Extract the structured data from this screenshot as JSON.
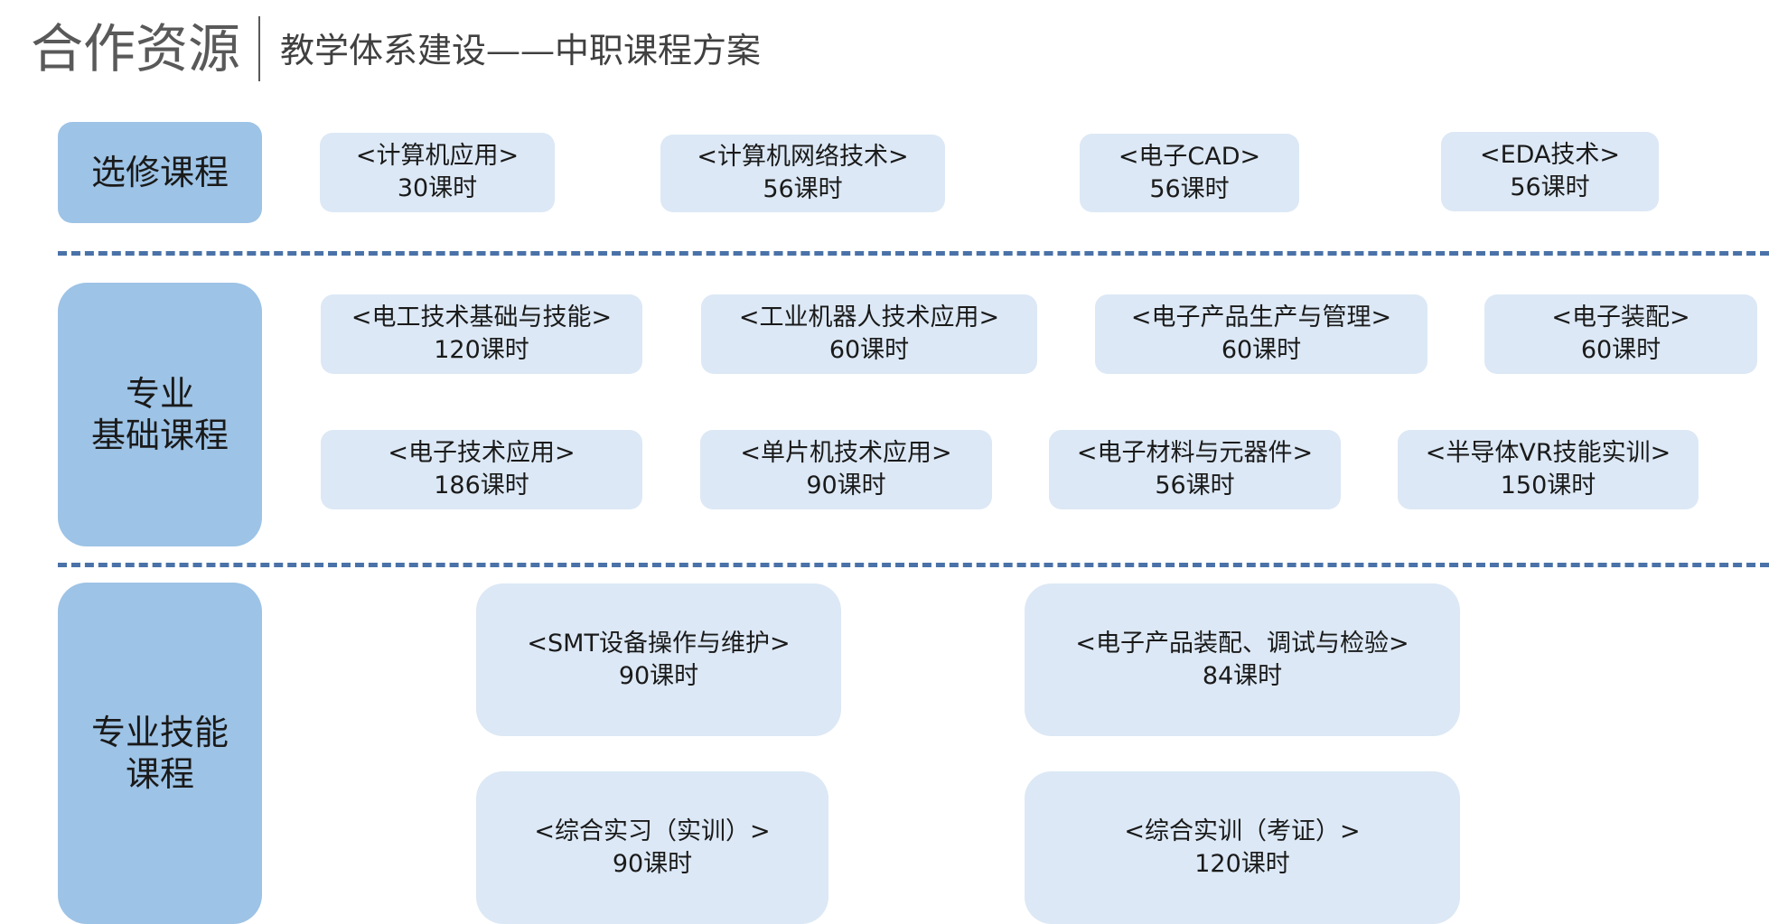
{
  "header": {
    "title": "合作资源",
    "subtitle": "教学体系建设——中职课程方案"
  },
  "rows": [
    {
      "category": "选修课程",
      "courses": [
        {
          "name": "<计算机应用>",
          "hours": "30课时"
        },
        {
          "name": "<计算机网络技术>",
          "hours": "56课时"
        },
        {
          "name": "<电子CAD>",
          "hours": "56课时"
        },
        {
          "name": "<EDA技术>",
          "hours": "56课时"
        }
      ]
    },
    {
      "category": "专业\n基础课程",
      "courses": [
        {
          "name": "<电工技术基础与技能>",
          "hours": "120课时"
        },
        {
          "name": "<工业机器人技术应用>",
          "hours": "60课时"
        },
        {
          "name": "<电子产品生产与管理>",
          "hours": "60课时"
        },
        {
          "name": "<电子装配>",
          "hours": "60课时"
        },
        {
          "name": "<电子技术应用>",
          "hours": "186课时"
        },
        {
          "name": "<单片机技术应用>",
          "hours": "90课时"
        },
        {
          "name": "<电子材料与元器件>",
          "hours": "56课时"
        },
        {
          "name": "<半导体VR技能实训>",
          "hours": "150课时"
        }
      ]
    },
    {
      "category": "专业技能\n课程",
      "courses": [
        {
          "name": "<SMT设备操作与维护>",
          "hours": "90课时"
        },
        {
          "name": "<电子产品装配、调试与检验>",
          "hours": "84课时"
        },
        {
          "name": "<综合实习（实训）>",
          "hours": "90课时"
        },
        {
          "name": "<综合实训（考证）>",
          "hours": "120课时"
        }
      ]
    }
  ],
  "colors": {
    "category_fill": "#9dc3e6",
    "course_fill": "#dce8f5",
    "separator": "#4a72a8",
    "title_text": "#595959"
  }
}
